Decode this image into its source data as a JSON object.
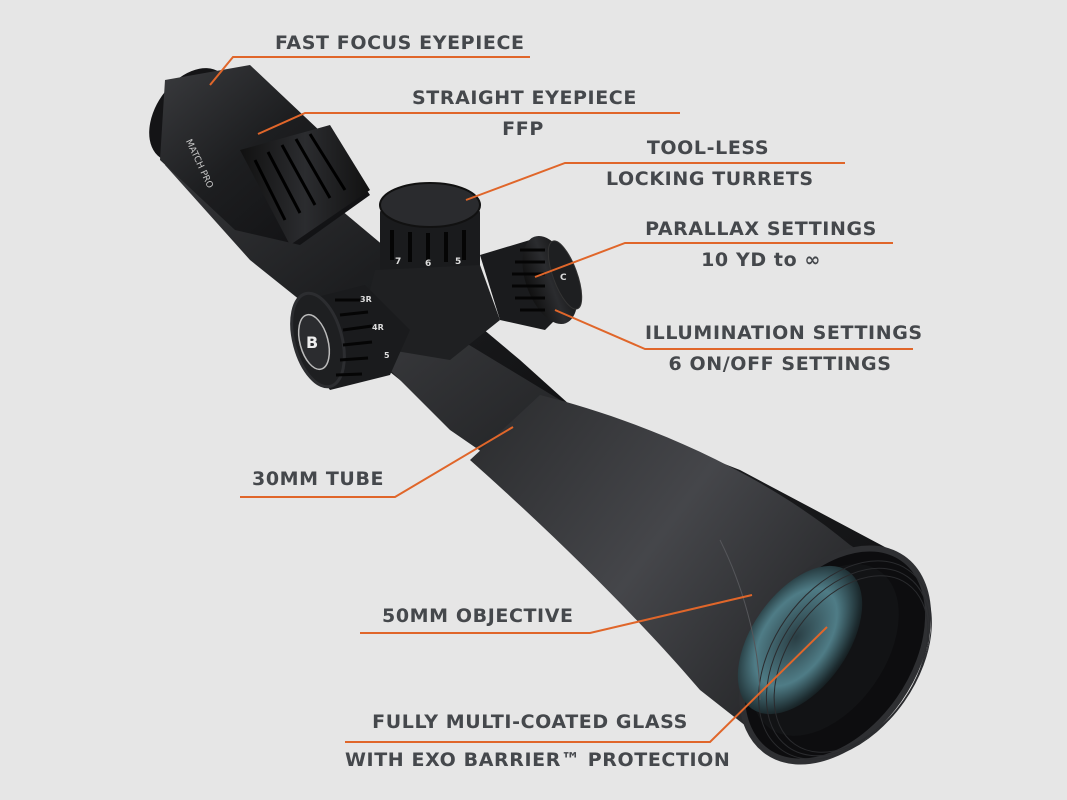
{
  "diagram": {
    "subject": "Riflescope",
    "model_marking": "MATCH PRO",
    "background_color": "#e6e6e6",
    "text_color": "#45484c",
    "leader_color": "#e0662a",
    "body_color": "#1b1c1e"
  },
  "callouts": [
    {
      "id": "fast-focus-eyepiece",
      "lines": [
        "FAST FOCUS EYEPIECE"
      ]
    },
    {
      "id": "straight-eyepiece",
      "lines": [
        "STRAIGHT EYEPIECE",
        "FFP"
      ]
    },
    {
      "id": "tool-less-turrets",
      "lines": [
        "TOOL-LESS",
        "LOCKING TURRETS"
      ]
    },
    {
      "id": "parallax-settings",
      "lines": [
        "PARALLAX SETTINGS",
        "10 YD to ∞"
      ]
    },
    {
      "id": "illumination-settings",
      "lines": [
        "ILLUMINATION SETTINGS",
        "6 ON/OFF SETTINGS"
      ]
    },
    {
      "id": "tube",
      "lines": [
        "30MM TUBE"
      ]
    },
    {
      "id": "objective",
      "lines": [
        "50MM OBJECTIVE"
      ]
    },
    {
      "id": "glass",
      "lines": [
        "FULLY MULTI-COATED GLASS",
        "WITH EXO BARRIER™ PROTECTION"
      ]
    }
  ],
  "turret_markings": {
    "elevation": [
      "7",
      "6",
      "5"
    ],
    "windage": [
      "3R",
      "4R",
      "5"
    ],
    "side_focus": [
      "C"
    ]
  }
}
